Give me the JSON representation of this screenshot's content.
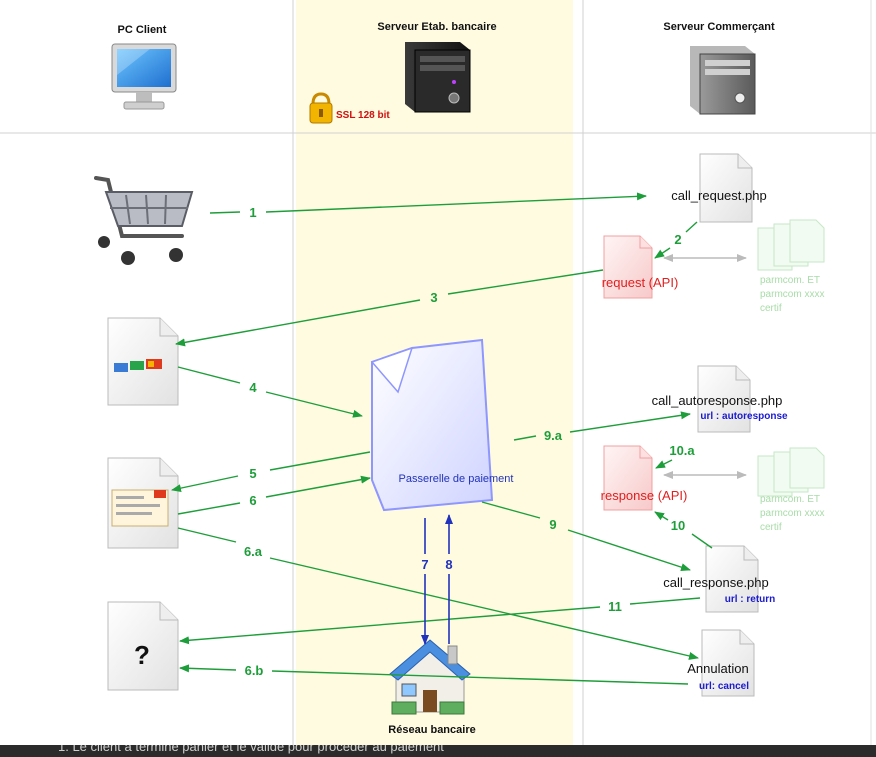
{
  "header": {
    "pc_client": "PC Client",
    "bank_server": "Serveur Etab. bancaire",
    "merchant_server": "Serveur Commerçant",
    "ssl": "SSL 128 bit"
  },
  "files": {
    "call_request": "call_request.php",
    "request_api": "request (API)",
    "parmcom_top": [
      "parmcom. ET",
      "parmcom xxxx",
      "certif"
    ],
    "call_autoresponse": "call_autoresponse.php",
    "url_autoresponse": "url : autoresponse",
    "response_api": "response (API)",
    "parmcom_bottom": [
      "parmcom. ET",
      "parmcom xxxx",
      "certif"
    ],
    "call_response": "call_response.php",
    "url_return": "url : return",
    "annulation": "Annulation",
    "url_cancel": "url: cancel",
    "question_mark": "?"
  },
  "center": {
    "gateway": "Passerelle de paiement",
    "network": "Réseau bancaire"
  },
  "steps": {
    "s1": "1",
    "s2": "2",
    "s3": "3",
    "s4": "4",
    "s5": "5",
    "s6": "6",
    "s6a": "6.a",
    "s6b": "6.b",
    "s7": "7",
    "s8": "8",
    "s9": "9",
    "s9a": "9.a",
    "s10": "10",
    "s10a": "10.a",
    "s11": "11"
  },
  "footer_text": "1. Le client a terminé panier et le valide pour procéder au paiement",
  "colors": {
    "arrow_green": "#1e9e3a",
    "arrow_blue": "#2233bb",
    "highlight_column": "#fffbe0",
    "api_red": "#e02020",
    "url_blue": "#1a1ad0",
    "parmcom_faded": "#a8dca8"
  }
}
